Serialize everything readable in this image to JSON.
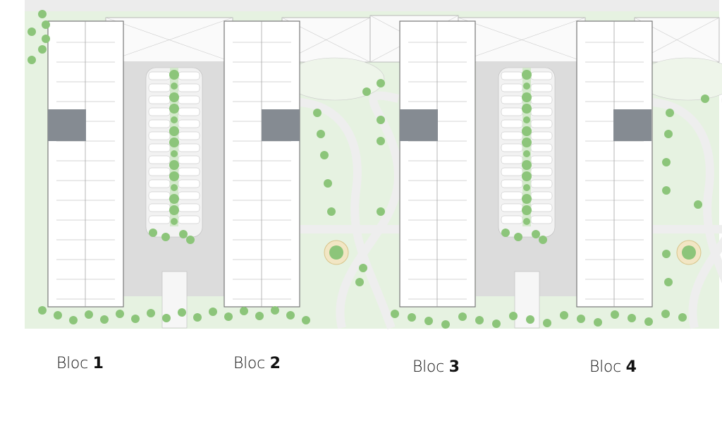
{
  "blocks": [
    {
      "prefix": "Bloc",
      "number": "1"
    },
    {
      "prefix": "Bloc",
      "number": "2"
    },
    {
      "prefix": "Bloc",
      "number": "3"
    },
    {
      "prefix": "Bloc",
      "number": "4"
    }
  ],
  "colors": {
    "tree": "#8cc57a",
    "lawn": "#e6f2e1",
    "lawn_dark": "#d3e9cb",
    "parking": "#dcdcdc",
    "building_core": "#858b92",
    "path": "#eeeeee"
  }
}
